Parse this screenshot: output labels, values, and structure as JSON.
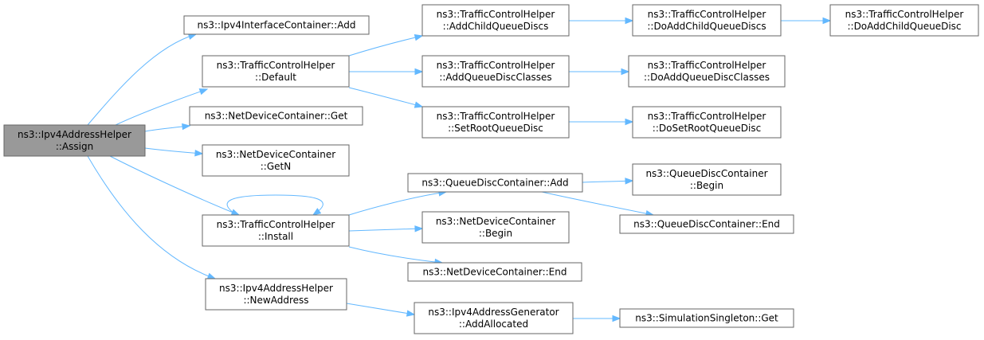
{
  "diagram": {
    "type": "call-graph",
    "colors": {
      "edge": "#63b8ff",
      "root_fill": "#999999",
      "node_fill": "#ffffff",
      "border": "#666666",
      "text": "#000000"
    },
    "nodes": [
      {
        "id": "n_assign",
        "root": true,
        "lines": [
          "ns3::Ipv4AddressHelper",
          "::Assign"
        ]
      },
      {
        "id": "n_ipv4ic_add",
        "lines": [
          "ns3::Ipv4InterfaceContainer::Add"
        ]
      },
      {
        "id": "n_tch_default",
        "lines": [
          "ns3::TrafficControlHelper",
          "::Default"
        ]
      },
      {
        "id": "n_ndc_get",
        "lines": [
          "ns3::NetDeviceContainer::Get"
        ]
      },
      {
        "id": "n_ndc_getn",
        "lines": [
          "ns3::NetDeviceContainer",
          "::GetN"
        ]
      },
      {
        "id": "n_tch_install",
        "lines": [
          "ns3::TrafficControlHelper",
          "::Install"
        ]
      },
      {
        "id": "n_iah_newaddress",
        "lines": [
          "ns3::Ipv4AddressHelper",
          "::NewAddress"
        ]
      },
      {
        "id": "n_tch_addchild",
        "lines": [
          "ns3::TrafficControlHelper",
          "::AddChildQueueDiscs"
        ]
      },
      {
        "id": "n_tch_addclasses",
        "lines": [
          "ns3::TrafficControlHelper",
          "::AddQueueDiscClasses"
        ]
      },
      {
        "id": "n_tch_setroot",
        "lines": [
          "ns3::TrafficControlHelper",
          "::SetRootQueueDisc"
        ]
      },
      {
        "id": "n_qdc_add",
        "lines": [
          "ns3::QueueDiscContainer::Add"
        ]
      },
      {
        "id": "n_ndc_begin",
        "lines": [
          "ns3::NetDeviceContainer",
          "::Begin"
        ]
      },
      {
        "id": "n_ndc_end",
        "lines": [
          "ns3::NetDeviceContainer::End"
        ]
      },
      {
        "id": "n_iag_addallocated",
        "lines": [
          "ns3::Ipv4AddressGenerator",
          "::AddAllocated"
        ]
      },
      {
        "id": "n_tch_doaddchilds",
        "lines": [
          "ns3::TrafficControlHelper",
          "::DoAddChildQueueDiscs"
        ]
      },
      {
        "id": "n_tch_doaddclasses",
        "lines": [
          "ns3::TrafficControlHelper",
          "::DoAddQueueDiscClasses"
        ]
      },
      {
        "id": "n_tch_dosetroot",
        "lines": [
          "ns3::TrafficControlHelper",
          "::DoSetRootQueueDisc"
        ]
      },
      {
        "id": "n_qdc_begin",
        "lines": [
          "ns3::QueueDiscContainer",
          "::Begin"
        ]
      },
      {
        "id": "n_qdc_end",
        "lines": [
          "ns3::QueueDiscContainer::End"
        ]
      },
      {
        "id": "n_ss_get",
        "lines": [
          "ns3::SimulationSingleton::Get"
        ]
      },
      {
        "id": "n_tch_doaddchild",
        "lines": [
          "ns3::TrafficControlHelper",
          "::DoAddChildQueueDisc"
        ]
      }
    ],
    "edges": [
      {
        "from": "n_assign",
        "to": "n_ipv4ic_add"
      },
      {
        "from": "n_assign",
        "to": "n_tch_default"
      },
      {
        "from": "n_assign",
        "to": "n_ndc_get"
      },
      {
        "from": "n_assign",
        "to": "n_ndc_getn"
      },
      {
        "from": "n_assign",
        "to": "n_tch_install"
      },
      {
        "from": "n_assign",
        "to": "n_iah_newaddress"
      },
      {
        "from": "n_tch_default",
        "to": "n_tch_addchild"
      },
      {
        "from": "n_tch_default",
        "to": "n_tch_addclasses"
      },
      {
        "from": "n_tch_default",
        "to": "n_tch_setroot"
      },
      {
        "from": "n_tch_addchild",
        "to": "n_tch_doaddchilds"
      },
      {
        "from": "n_tch_doaddchilds",
        "to": "n_tch_doaddchild"
      },
      {
        "from": "n_tch_addclasses",
        "to": "n_tch_doaddclasses"
      },
      {
        "from": "n_tch_setroot",
        "to": "n_tch_dosetroot"
      },
      {
        "from": "n_tch_install",
        "to": "n_tch_install"
      },
      {
        "from": "n_tch_install",
        "to": "n_qdc_add"
      },
      {
        "from": "n_tch_install",
        "to": "n_ndc_begin"
      },
      {
        "from": "n_tch_install",
        "to": "n_ndc_end"
      },
      {
        "from": "n_qdc_add",
        "to": "n_qdc_begin"
      },
      {
        "from": "n_qdc_add",
        "to": "n_qdc_end"
      },
      {
        "from": "n_iah_newaddress",
        "to": "n_iag_addallocated"
      },
      {
        "from": "n_iag_addallocated",
        "to": "n_ss_get"
      }
    ]
  }
}
